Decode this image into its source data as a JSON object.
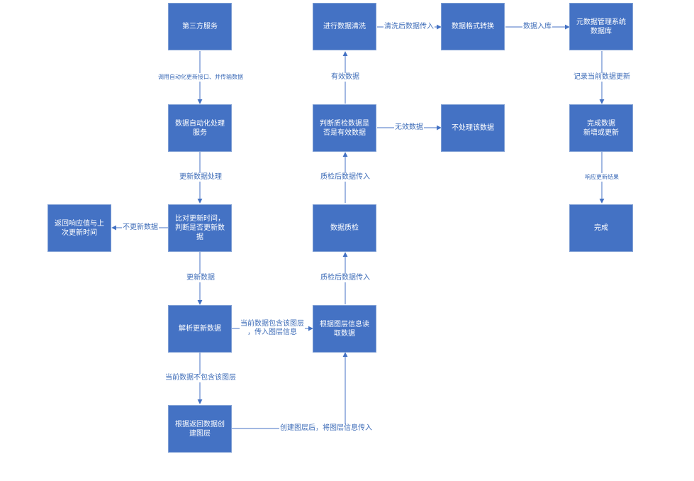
{
  "nodes": {
    "third_party_service": "第三方服务",
    "auto_processing_service": "数据自动化处理服务",
    "compare_update_time": "比对更新时间，判断是否更新数据",
    "return_response": "返回响应值与上次更新时间",
    "parse_update_data": "解析更新数据",
    "create_layer": "根据返回数据创建图层",
    "read_by_layer_info": "根据图层信息读取数据",
    "data_quality_check": "数据质检",
    "judge_valid_data": "判断质检数据是否是有效数据",
    "data_cleaning": "进行数据清洗",
    "discard_data": "不处理该数据",
    "format_conversion": "数据格式转换",
    "metadata_db": "元数据管理系统数据库",
    "finish_add_update": "完成数据\n新增或更新",
    "done": "完成"
  },
  "edges": {
    "call_api": "调用自动化更新接口、并传输数据",
    "update_processing": "更新数据处理",
    "no_update": "不更新数据",
    "update_data": "更新数据",
    "layer_not_contained": "当前数据不包含该图层",
    "layer_contained": "当前数据包含该图层\n，传入图层信息",
    "after_create_layer": "创建图层后，将图层信息传入",
    "after_qc_1": "质检后数据传入",
    "after_qc_2": "质检后数据传入",
    "valid_data": "有效数据",
    "invalid_data": "无效数据",
    "after_cleaning": "清洗后数据传入",
    "into_db": "数据入库",
    "record_update": "记录当前数据更新",
    "response_result": "响应更新结果"
  },
  "colors": {
    "node_fill": "#4472c4",
    "node_border": "#7f9fd4",
    "node_text": "#ffffff",
    "edge": "#4472c4",
    "edge_label": "#3f6db8"
  }
}
